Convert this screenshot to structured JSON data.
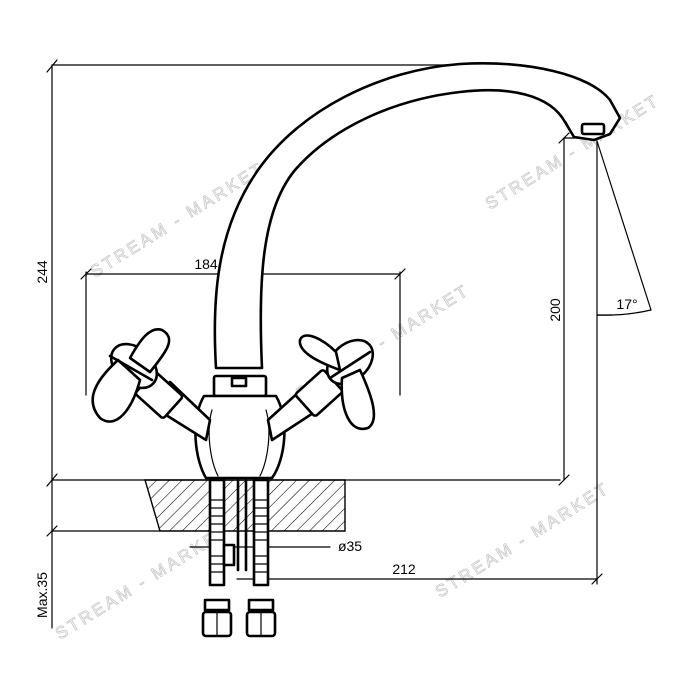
{
  "dimensions": {
    "height_total": "244",
    "handle_span": "184",
    "spout_height": "200",
    "spout_angle": "17°",
    "max_depth": "Max.35",
    "hole_diameter": "ø35",
    "spout_reach": "212"
  },
  "watermark": {
    "text": "STREAM - MARKET"
  }
}
